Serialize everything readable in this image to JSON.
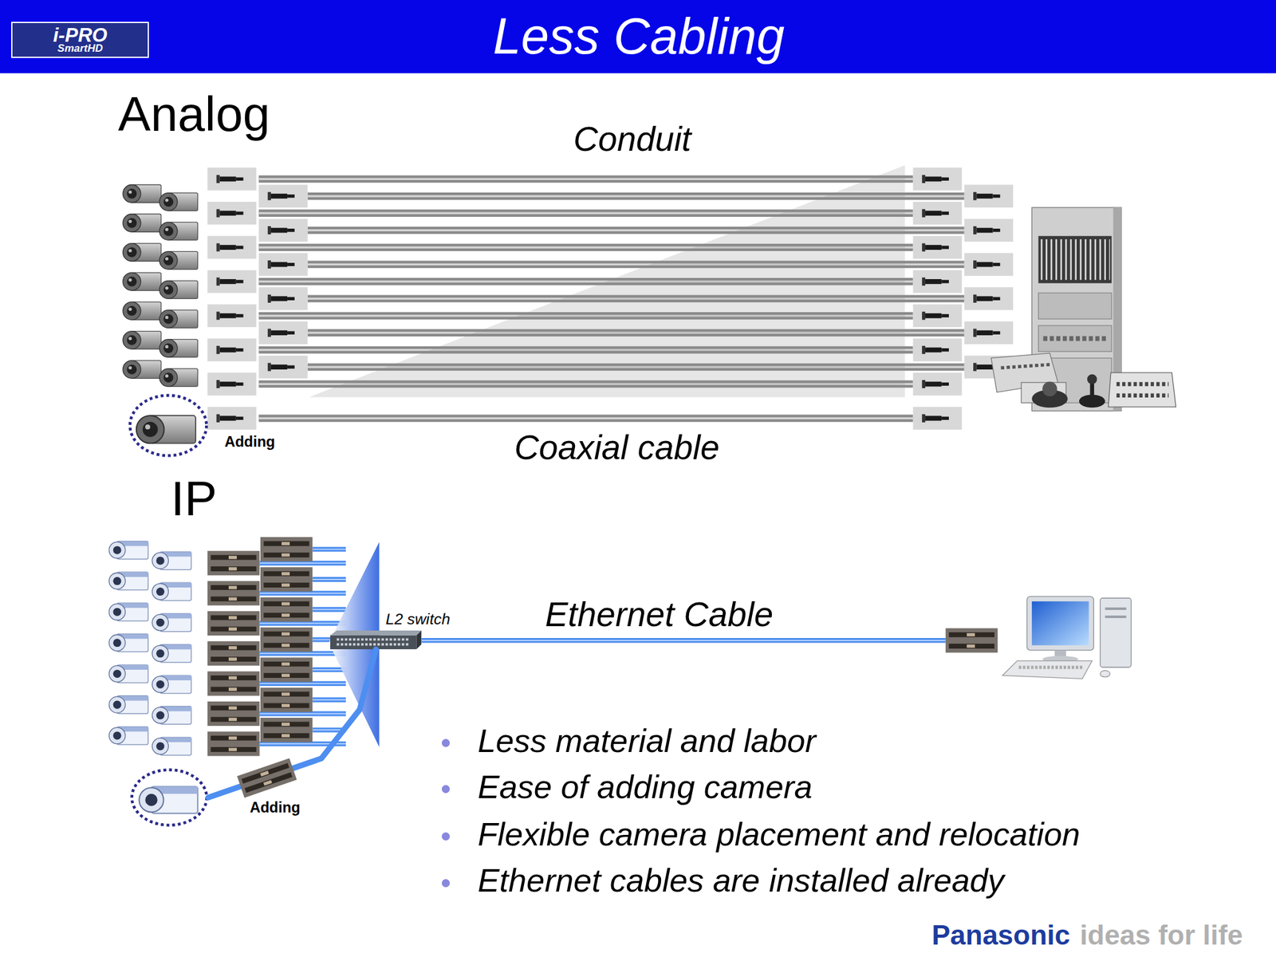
{
  "diagram": {
    "title": "Less Cabling",
    "nodes": [
      {
        "text": [
          "i-PRO",
          "SmartHD"
        ]
      },
      {
        "text": [
          "Adding"
        ]
      },
      {
        "text": [
          "L2 switch"
        ]
      },
      {
        "text": [
          "Adding"
        ]
      }
    ],
    "edges": [
      {
        "from": 3,
        "to": 2,
        "arrow": "none"
      }
    ],
    "labels": [
      "Analog",
      "Conduit",
      "Coaxial cable",
      "IP",
      "Ethernet Cable",
      "Less material and labor",
      "Ease of adding camera",
      "Flexible camera placement and relocation",
      "Ethernet cables are installed already",
      "Panasonic",
      "ideas for life"
    ]
  }
}
